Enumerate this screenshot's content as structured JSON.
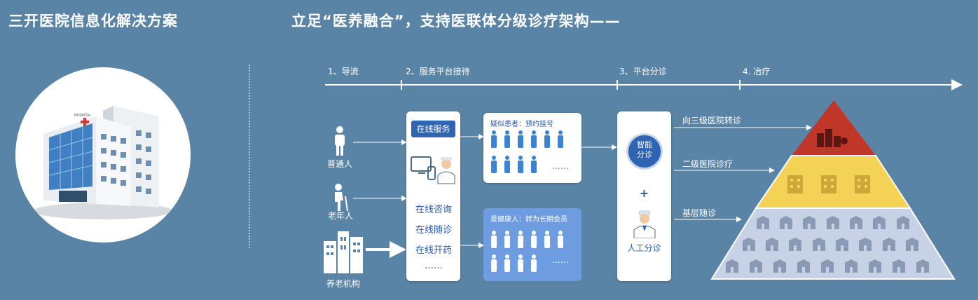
{
  "left_title": "三开医院信息化解决方案",
  "main_title": "立足“医养融合”，支持医联体分级诊疗架构——",
  "building_sign": "HOSPITAL",
  "timeline": {
    "steps": [
      {
        "label": "1、导流"
      },
      {
        "label": "2、服务平台接待"
      },
      {
        "label": "3、平台分诊"
      },
      {
        "label": "4. 冶疗"
      }
    ]
  },
  "people": [
    {
      "label": "普通人",
      "icon": "person-icon"
    },
    {
      "label": "老年人",
      "icon": "elderly-icon"
    },
    {
      "label": "养老机构",
      "icon": "building-icon"
    }
  ],
  "service_panel": {
    "tag": "在线服务",
    "items": [
      "在线咨询",
      "在线随诊",
      "在线开药",
      "……"
    ]
  },
  "suspected_box": {
    "header": "疑似患者：预约挂号",
    "ellipsis": "……"
  },
  "healthy_box": {
    "header": "是健康人：转为长期会员",
    "ellipsis": "……"
  },
  "triage_panel": {
    "smart_label_line1": "智能",
    "smart_label_line2": "分诊",
    "plus": "+",
    "manual_label": "人工分诊"
  },
  "routes": [
    {
      "label": "向三级医院转诊"
    },
    {
      "label": "二级医院诊疗"
    },
    {
      "label": "基层随诊"
    }
  ],
  "colors": {
    "background": "#5a84a6",
    "accent_blue": "#2e64b2",
    "people_blue": "#3a84d6",
    "pyramid_top": "#c0372a",
    "pyramid_mid": "#f3d255",
    "pyramid_base": "#c7d2e6"
  }
}
